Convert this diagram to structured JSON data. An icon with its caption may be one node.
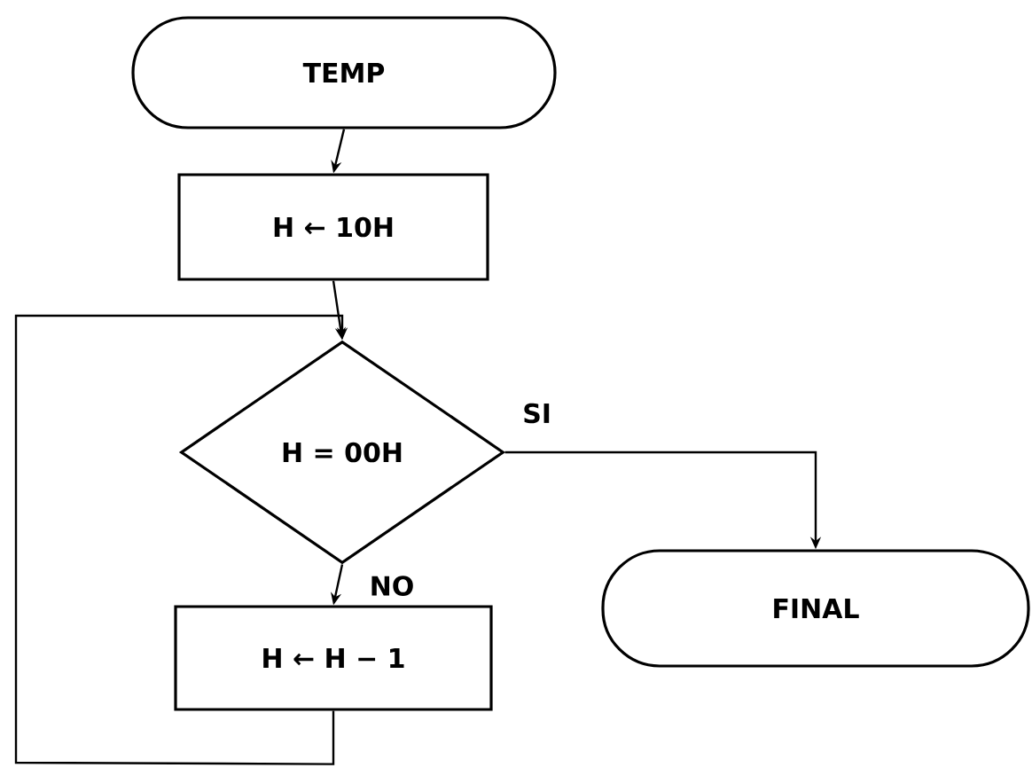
{
  "diagram": {
    "nodes": [
      {
        "text": [
          "TEMP"
        ]
      },
      {
        "text": [
          "H ← 10H"
        ]
      },
      {
        "text": [
          "H = 00H"
        ]
      },
      {
        "text": [
          "H ← H − 1"
        ]
      },
      {
        "text": [
          "FINAL"
        ]
      }
    ],
    "edges": [
      {
        "from": 0,
        "to": 1,
        "arrow": "to"
      },
      {
        "from": 1,
        "to": 2,
        "arrow": "to"
      },
      {
        "from": 2,
        "to": 4,
        "arrow": "to",
        "label": "SI"
      },
      {
        "from": 2,
        "to": 3,
        "arrow": "to",
        "label": "NO"
      },
      {
        "from": 3,
        "to": 2,
        "arrow": "to"
      }
    ]
  }
}
